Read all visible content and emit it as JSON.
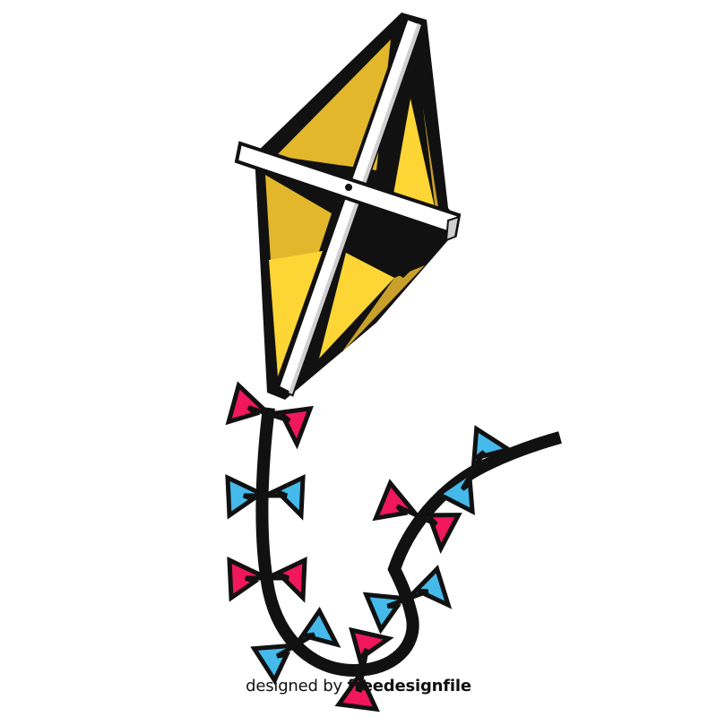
{
  "illustration": {
    "subject": "Kite with bow-tie tail",
    "colors": {
      "outline": "#111111",
      "kite_yellow": "#FDD535",
      "kite_yellow_shade": "#E2B72C",
      "kite_gold_edge": "#C9A02A",
      "spar": "#ffffff",
      "spar_shade": "#cfcfcf",
      "bow_pink": "#F0175C",
      "bow_blue": "#45B9EA"
    },
    "bows": [
      {
        "color": "pink"
      },
      {
        "color": "blue"
      },
      {
        "color": "pink"
      },
      {
        "color": "blue"
      },
      {
        "color": "pink"
      },
      {
        "color": "blue"
      },
      {
        "color": "pink"
      },
      {
        "color": "blue"
      }
    ]
  },
  "watermark": {
    "prefix": "designed by",
    "brand": "freedesignfile"
  }
}
